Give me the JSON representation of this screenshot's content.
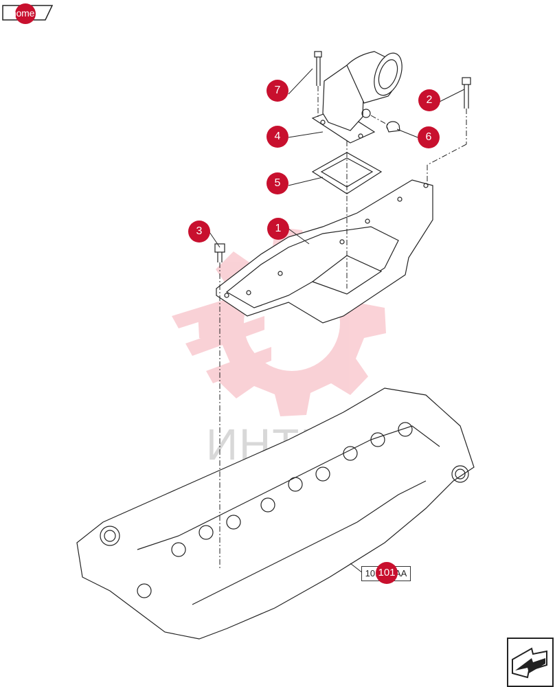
{
  "nav": {
    "home_label": "home",
    "reference_label": "10.101.AA",
    "reference_callout": "101",
    "next_icon": "arrow-next-icon"
  },
  "watermark": {
    "text": "ИНТЕХ",
    "color": "#e8344a"
  },
  "callouts": [
    {
      "id": "1",
      "label": "1"
    },
    {
      "id": "2",
      "label": "2"
    },
    {
      "id": "3",
      "label": "3"
    },
    {
      "id": "4",
      "label": "4"
    },
    {
      "id": "5",
      "label": "5"
    },
    {
      "id": "6",
      "label": "6"
    },
    {
      "id": "7",
      "label": "7"
    }
  ],
  "colors": {
    "callout": "#c8102e",
    "line": "#222222"
  }
}
